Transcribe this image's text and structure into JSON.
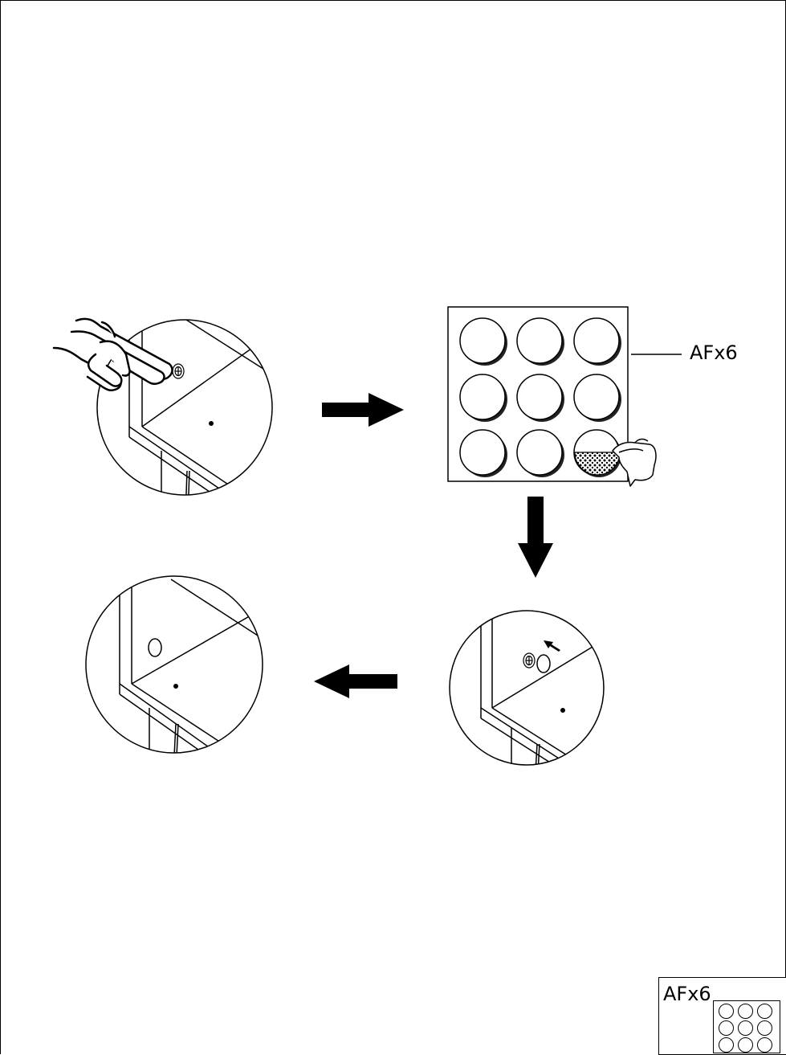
{
  "sheet_label": "AFx6",
  "legend": {
    "label": "AFx6",
    "pad_count": 9
  },
  "steps": [
    {
      "id": 1,
      "icon": "remove-cap-icon"
    },
    {
      "id": 2,
      "icon": "pad-sheet-icon"
    },
    {
      "id": 3,
      "icon": "apply-pad-icon"
    },
    {
      "id": 4,
      "icon": "finished-pad-icon"
    }
  ],
  "colors": {
    "line": "#000000",
    "fill": "#ffffff",
    "pad_shadow": "#222222"
  }
}
